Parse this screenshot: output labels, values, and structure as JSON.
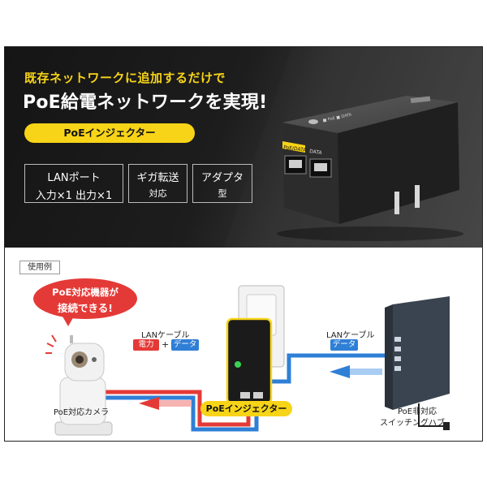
{
  "banner": {
    "tagline": "既存ネットワークに追加するだけで",
    "headline": "PoE給電ネットワークを実現!",
    "product_label": "PoEインジェクター",
    "features": [
      {
        "line1": "LANポート",
        "line2": "入力×1 出力×1"
      },
      {
        "line1": "ギガ転送",
        "line2": "対応"
      },
      {
        "line1": "アダプタ",
        "line2": "型"
      }
    ],
    "device": {
      "port_label_poe": "PoE/DATA",
      "port_label_data": "DATA"
    }
  },
  "usage": {
    "section_label": "使用例",
    "bubble_line1": "PoE対応機器が",
    "bubble_line2": "接続できる!",
    "left_cable_label": "LANケーブル",
    "power_tag": "電力",
    "plus": "+",
    "data_tag_left": "データ",
    "right_cable_label": "LANケーブル",
    "data_tag_right": "データ",
    "camera_label": "PoE対応カメラ",
    "injector_label": "PoEインジェクター",
    "switch_label_line1": "PoE非対応",
    "switch_label_line2": "スイッチングハブ"
  },
  "colors": {
    "accent_yellow": "#f7d417",
    "power_red": "#e43a37",
    "data_blue": "#2f7fd6",
    "banner_dark": "#1b1b1b"
  }
}
